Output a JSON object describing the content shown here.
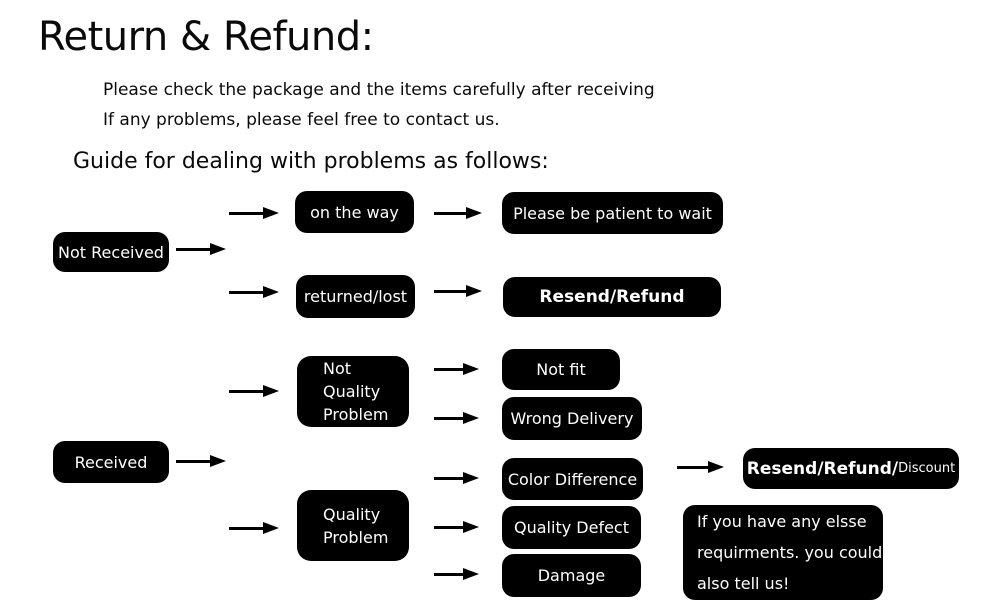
{
  "page": {
    "title": "Return & Refund:",
    "subtitle_line1": "Please check the package and the items carefully after receiving",
    "subtitle_line2": "If any problems, please feel free to contact us.",
    "guide_heading": "Guide for dealing with problems as follows:"
  },
  "colors": {
    "background": "#ffffff",
    "node_background": "#000000",
    "node_text": "#ffffff",
    "heading_text": "#0a0a0a",
    "arrow": "#000000"
  },
  "flowchart": {
    "nodes": {
      "not_received": {
        "label": "Not Received"
      },
      "on_the_way": {
        "label": "on the way"
      },
      "please_be_patient": {
        "label": "Please be patient to wait"
      },
      "returned_lost": {
        "label": "returned/lost"
      },
      "resend_refund": {
        "label": "Resend/Refund"
      },
      "not_quality_problem": {
        "lines": [
          "Not",
          "Quality",
          "Problem"
        ]
      },
      "received": {
        "label": "Received"
      },
      "not_fit": {
        "label": "Not fit"
      },
      "wrong_delivery": {
        "label": "Wrong Delivery"
      },
      "quality_problem": {
        "lines": [
          "Quality",
          "Problem"
        ]
      },
      "color_difference": {
        "label": "Color Difference"
      },
      "quality_defect": {
        "label": "Quality Defect"
      },
      "damage": {
        "label": "Damage"
      },
      "resend_refund_discount": {
        "label_main": "Resend/Refund/",
        "label_small": "Discount"
      },
      "extra_note": {
        "lines": [
          "If you have any elsse",
          "requirments. you could",
          "also tell us!"
        ]
      }
    },
    "edges": [
      "Not Received -> on the way",
      "Not Received -> returned/lost",
      "on the way -> Please be patient to wait",
      "returned/lost -> Resend/Refund",
      "Received -> Not Quality Problem",
      "Received -> Quality Problem",
      "Not Quality Problem -> Not fit",
      "Not Quality Problem -> Wrong Delivery",
      "Quality Problem -> Color Difference",
      "Quality Problem -> Quality Defect",
      "Quality Problem -> Damage",
      "Color Difference -> Resend/Refund/Discount"
    ]
  }
}
